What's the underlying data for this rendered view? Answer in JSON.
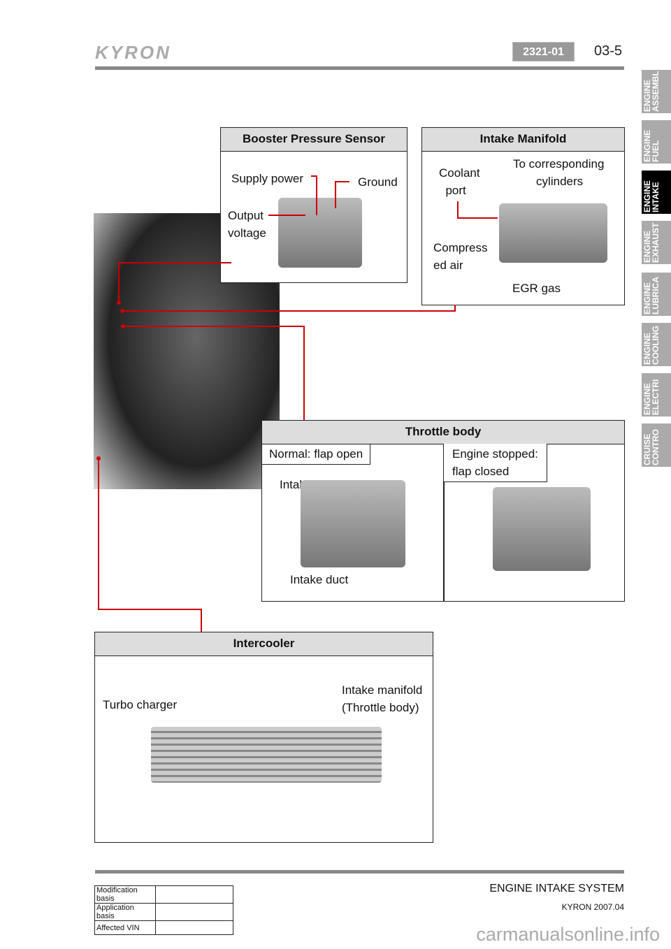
{
  "header": {
    "logo": "KYRON",
    "section_code": "2321-01",
    "page_number": "03-5"
  },
  "side_tabs": [
    {
      "label": "ENGINE\nASSEMBL",
      "active": false
    },
    {
      "label": "ENGINE\nFUEL",
      "active": false
    },
    {
      "label": "ENGINE\nINTAKE",
      "active": true
    },
    {
      "label": "ENGINE\nEXHAUST",
      "active": false
    },
    {
      "label": "ENGINE\nLUBRICA",
      "active": false
    },
    {
      "label": "ENGINE\nCOOLING",
      "active": false
    },
    {
      "label": "ENGINE\nELECTRI",
      "active": false
    },
    {
      "label": "CRUISE\nCONTRO",
      "active": false
    }
  ],
  "booster": {
    "title": "Booster Pressure Sensor",
    "supply": "Supply power",
    "ground": "Ground",
    "output": "Output\nvoltage"
  },
  "manifold": {
    "title": "Intake Manifold",
    "coolant": "Coolant\n  port",
    "cylinders": "To corresponding\n       cylinders",
    "compressed": "Compress\ned air",
    "egr": "EGR gas"
  },
  "throttle": {
    "title": "Throttle body",
    "normal": "Normal: flap open",
    "stopped": "Engine stopped:\nflap closed",
    "intake_top": "Intake duct",
    "intake_bottom": "Intake duct"
  },
  "intercooler": {
    "title": "Intercooler",
    "turbo": "Turbo charger",
    "outlet": "Intake manifold\n(Throttle body)"
  },
  "footer": {
    "rows": [
      {
        "label": "Modification basis",
        "value": ""
      },
      {
        "label": "Application basis",
        "value": ""
      },
      {
        "label": "Affected VIN",
        "value": ""
      }
    ],
    "system": "ENGINE INTAKE SYSTEM",
    "model": "KYRON 2007.04",
    "watermark": "carmanualsonline.info"
  },
  "colors": {
    "leader": "#cc0000",
    "tab": "#aaaaaa",
    "tab_active": "#000000"
  }
}
